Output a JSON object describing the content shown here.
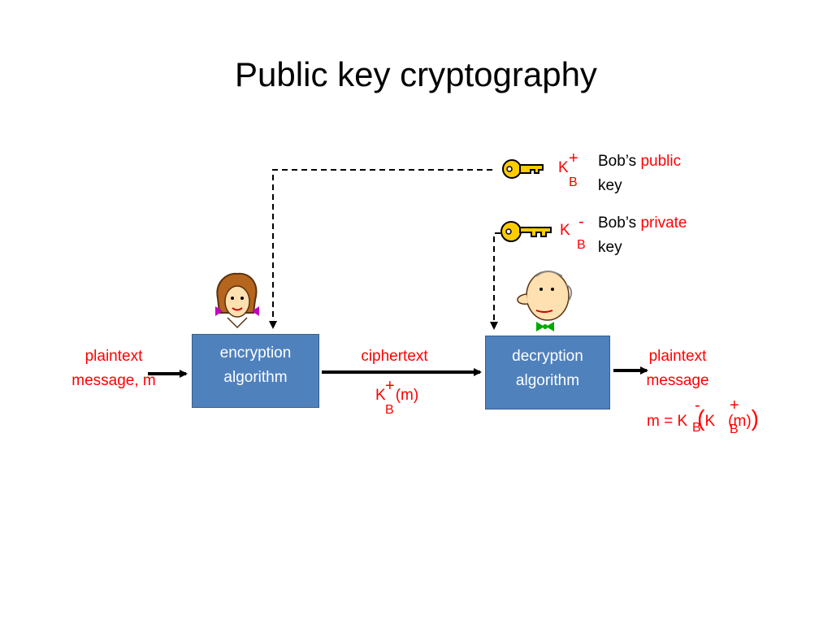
{
  "title": "Public key cryptography",
  "colors": {
    "accent_text": "#ff0000",
    "box_fill": "#4f81bd",
    "box_text": "#ffffff"
  },
  "public_key": {
    "symbol": "K",
    "superscript": "+",
    "subscript": "B",
    "desc_prefix": "Bob’s",
    "desc_highlight": "public",
    "desc_suffix": "key",
    "icon": "key-icon"
  },
  "private_key": {
    "symbol": "K",
    "superscript": "-",
    "subscript": "B",
    "desc_prefix": "Bob’s",
    "desc_highlight": "private",
    "desc_suffix": "key",
    "icon": "key-icon"
  },
  "sender": {
    "icon": "alice-face-icon"
  },
  "receiver": {
    "icon": "bob-face-icon"
  },
  "input": {
    "line1": "plaintext",
    "line2": "message, m"
  },
  "encryption": {
    "line1": "encryption",
    "line2": "algorithm"
  },
  "channel": {
    "label": "ciphertext",
    "formula_k": "K",
    "formula_sup": "+",
    "formula_sub": "B",
    "formula_rest": "(m)"
  },
  "decryption": {
    "line1": "decryption",
    "line2": "algorithm"
  },
  "output": {
    "line1": "plaintext",
    "line2": "message",
    "formula_prefix": "m = K",
    "formula_sub1": "B",
    "formula_sup1": "-",
    "formula_open": "(",
    "formula_k2": "K",
    "formula_sup2": "+",
    "formula_sub2": "B",
    "formula_rest": "(m)",
    "formula_close": ")"
  }
}
